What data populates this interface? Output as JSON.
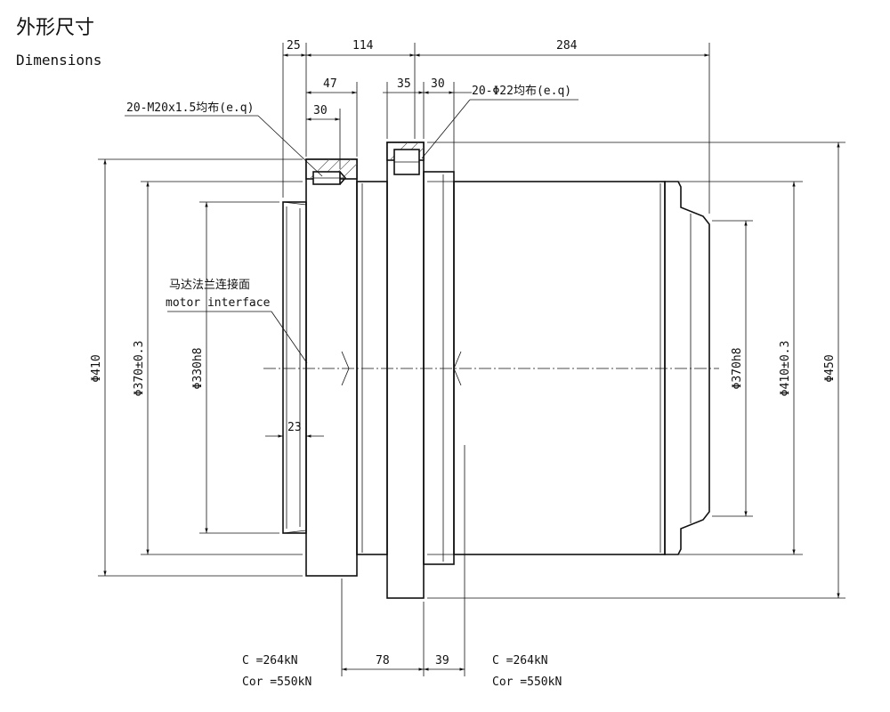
{
  "title": {
    "cn": "外形尺寸",
    "en": "Dimensions"
  },
  "top_dims": {
    "d25": "25",
    "d114": "114",
    "d284": "284",
    "d47": "47",
    "d30a": "30",
    "d35": "35",
    "d30b": "30"
  },
  "callouts": {
    "left_holes": "20-M20x1.5均布(e.q)",
    "right_holes": "20-Φ22均布(e.q)"
  },
  "motor": {
    "cn": "马达法兰连接面",
    "en": "motor interface"
  },
  "left_dims": {
    "d410": "Φ410",
    "d370": "Φ370±0.3",
    "d330": "Φ330h8"
  },
  "right_dims": {
    "d370h8": "Φ370h8",
    "d410": "Φ410±0.3",
    "d450": "Φ450"
  },
  "mid_dims": {
    "d23": "23"
  },
  "bottom_dims": {
    "d78": "78",
    "d39": "39"
  },
  "loads_left": {
    "c": "C =264kN",
    "cor": "Cor =550kN"
  },
  "loads_right": {
    "c": "C =264kN",
    "cor": "Cor =550kN"
  }
}
